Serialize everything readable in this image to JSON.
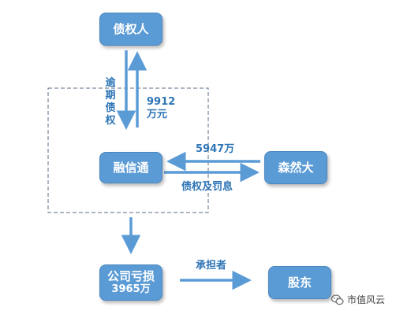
{
  "nodes": {
    "creditor": "债权人",
    "rongxintong": "融信通",
    "senranda": "森然大",
    "company_loss": "公司亏损",
    "company_loss_amount": "3965万",
    "shareholders": "股东"
  },
  "labels": {
    "overdue_debt": "逾期债权",
    "amount_9912": "9912",
    "amount_9912_unit": "万元",
    "amount_5947": "5947万",
    "debt_penalty": "债权及罚息",
    "bearer": "承担者"
  },
  "watermark": {
    "text": "市值风云",
    "icon": "wechat-icon"
  },
  "colors": {
    "node_fill": "#5b9bd5",
    "arrow": "#5b9bd5",
    "label_text": "#2e75b6"
  }
}
